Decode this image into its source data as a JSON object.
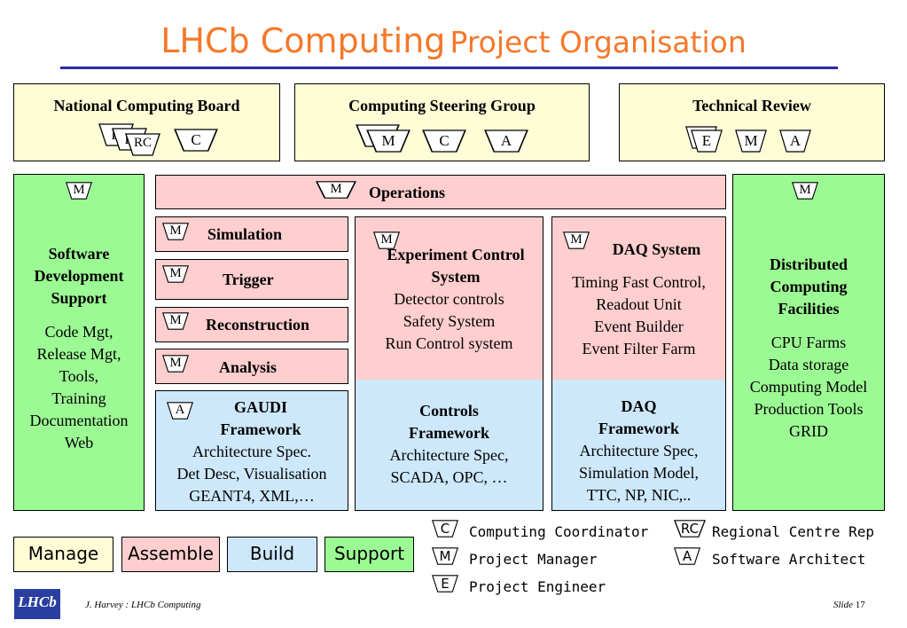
{
  "title": {
    "part1": "LHCb Computing",
    "part2": "Project Organisation"
  },
  "top_boxes": {
    "ncb": {
      "title": "National Computing Board",
      "tags": [
        "R",
        "R",
        "RC",
        "C"
      ]
    },
    "csg": {
      "title": "Computing Steering Group",
      "tags": [
        "M",
        "C",
        "A"
      ]
    },
    "tr": {
      "title": "Technical Review",
      "tags": [
        "E",
        "M",
        "A"
      ]
    }
  },
  "left_panel": {
    "tag": "M",
    "title": "Software Development Support",
    "items": [
      "Code Mgt,",
      "Release Mgt,",
      "Tools,",
      "Training",
      "Documentation",
      "Web"
    ]
  },
  "operations": {
    "tag": "M",
    "title": "Operations"
  },
  "subsystems": [
    {
      "tag": "M",
      "label": "Simulation"
    },
    {
      "tag": "M",
      "label": "Trigger"
    },
    {
      "tag": "M",
      "label": "Reconstruction"
    },
    {
      "tag": "M",
      "label": "Analysis"
    }
  ],
  "gaudi": {
    "tag": "A",
    "title": "GAUDI Framework",
    "items": [
      "Architecture Spec.",
      "Det Desc, Visualisation",
      "GEANT4,  XML,…"
    ]
  },
  "ecs": {
    "tag": "M",
    "title": "Experiment Control System",
    "items": [
      "Detector controls",
      "Safety System",
      "Run Control system"
    ]
  },
  "controls_fw": {
    "title": "Controls Framework",
    "items": [
      "Architecture Spec,",
      "SCADA,  OPC, …"
    ]
  },
  "daq": {
    "tag": "M",
    "title": "DAQ System",
    "items": [
      "Timing Fast Control,",
      "Readout Unit",
      "Event Builder",
      "Event Filter Farm"
    ]
  },
  "daq_fw": {
    "title": "DAQ Framework",
    "items": [
      "Architecture Spec,",
      "Simulation Model,",
      "TTC, NP, NIC,.."
    ]
  },
  "right_panel": {
    "tag": "M",
    "title": "Distributed Computing Facilities",
    "items": [
      "CPU Farms",
      "Data storage",
      "Computing Model",
      "Production Tools",
      "GRID"
    ]
  },
  "legend_boxes": [
    "Manage",
    "Assemble",
    "Build",
    "Support"
  ],
  "legend_keys": [
    {
      "tag": "C",
      "label": "Computing Coordinator"
    },
    {
      "tag": "M",
      "label": "Project Manager"
    },
    {
      "tag": "E",
      "label": "Project Engineer"
    },
    {
      "tag": "RC",
      "label": "Regional Centre Rep"
    },
    {
      "tag": "A",
      "label": "Software Architect"
    }
  ],
  "footer": {
    "logo": "LHCb",
    "author": "J. Harvey : LHCb Computing",
    "slide_label": "Slide",
    "slide_num": "17"
  },
  "colors": {
    "title": "#f5782a",
    "rule": "#2a2aa8",
    "manage": "#fffdd6",
    "assemble": "#ffcece",
    "build": "#cde8fb",
    "support": "#9cfa94"
  }
}
